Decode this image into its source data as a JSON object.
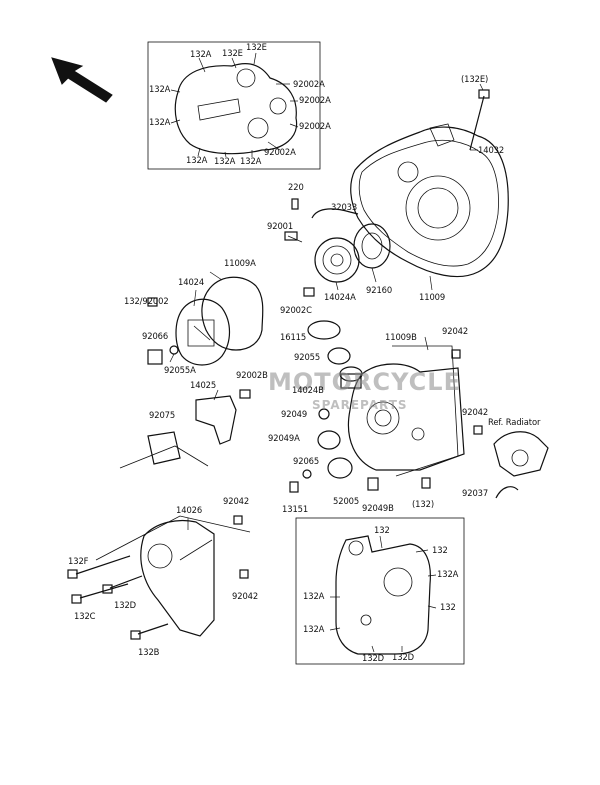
{
  "diagram": {
    "watermark": {
      "title": "MOTORCYCLE",
      "subtitle": "SPAREPARTS"
    },
    "labels": {
      "top_132A_1": "132A",
      "top_132E_1": "132E",
      "top_132E_2": "132E",
      "top_132A_left1": "132A",
      "top_132A_left2": "132A",
      "top_92002A_1": "92002A",
      "top_92002A_2": "92002A",
      "top_92002A_3": "92002A",
      "top_92002A_4": "92002A",
      "top_132A_b1": "132A",
      "top_132A_b2": "132A",
      "top_132A_b3": "132A",
      "p132E_paren": "(132E)",
      "p14032": "14032",
      "p220": "220",
      "p32033": "32033",
      "p92001": "92001",
      "p92160": "92160",
      "p92002C": "92002C",
      "p14024A": "14024A",
      "p11009": "11009",
      "p11009A": "11009A",
      "p14024": "14024",
      "p132_92002": "132/92002",
      "p92066": "92066",
      "p92055A": "92055A",
      "p16115": "16115",
      "p11009B": "11009B",
      "p92042_a": "92042",
      "p92055": "92055",
      "p14025": "14025",
      "p92002B": "92002B",
      "p14024B": "14024B",
      "p92075": "92075",
      "p92049": "92049",
      "p92042_b": "92042",
      "ref_radiator": "Ref. Radiator",
      "p92049A": "92049A",
      "p92065": "92065",
      "p52005": "52005",
      "p92049B": "92049B",
      "p132_paren": "(132)",
      "p92037": "92037",
      "p13151": "13151",
      "p92042_c": "92042",
      "p14026": "14026",
      "p132F": "132F",
      "p132C": "132C",
      "p132D": "132D",
      "p92042_d": "92042",
      "p132B": "132B",
      "bot_132_1": "132",
      "bot_132_2": "132",
      "bot_132A_r": "132A",
      "bot_132_3": "132",
      "bot_132A_l1": "132A",
      "bot_132A_l2": "132A",
      "bot_132D_1": "132D",
      "bot_132D_2": "132D"
    }
  }
}
